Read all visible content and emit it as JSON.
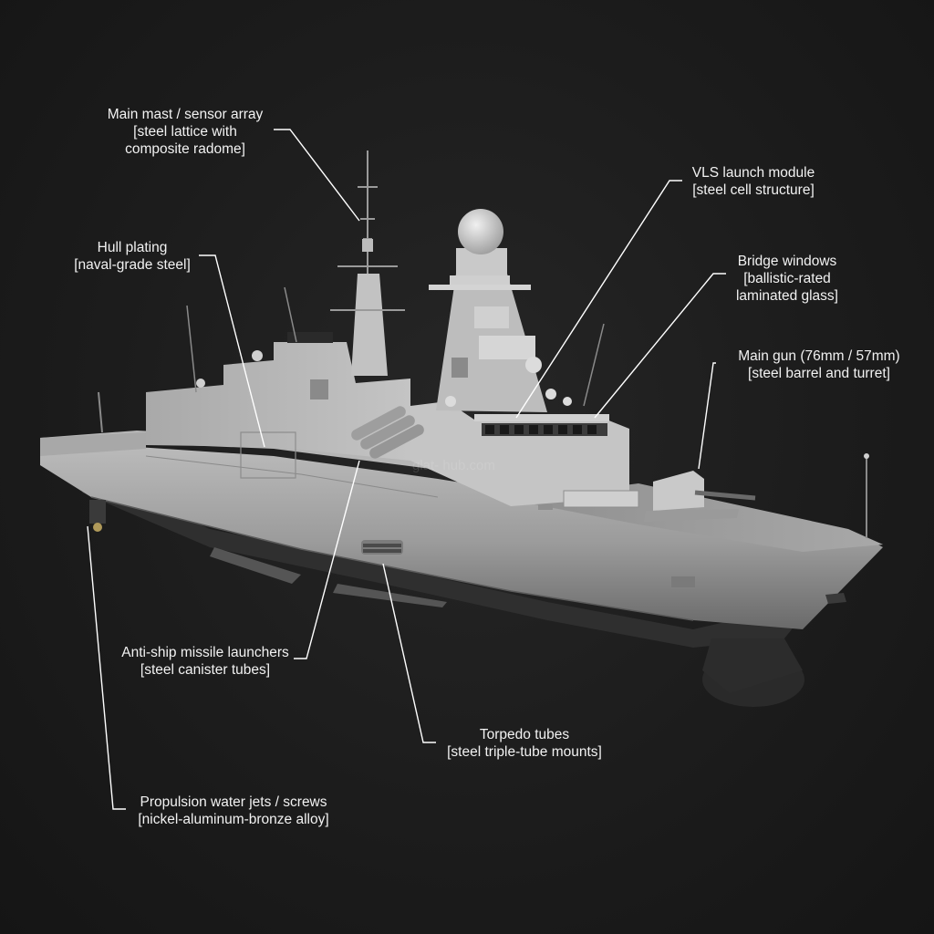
{
  "callouts": {
    "mast": {
      "line1": "Main mast / sensor array",
      "line2": "[steel lattice with",
      "line3": "composite radome]"
    },
    "vls": {
      "line1": "VLS launch module",
      "line2": "[steel cell structure]"
    },
    "hull": {
      "line1": "Hull plating",
      "line2": "[naval-grade steel]"
    },
    "bridge": {
      "line1": "Bridge windows",
      "line2": "[ballistic-rated",
      "line3": "laminated glass]"
    },
    "gun": {
      "line1": "Main gun (76mm / 57mm)",
      "line2": "[steel barrel and turret]"
    },
    "antiship": {
      "line1": "Anti-ship missile launchers",
      "line2": "[steel canister tubes]"
    },
    "torpedo": {
      "line1": "Torpedo tubes",
      "line2": "[steel triple-tube mounts]"
    },
    "propulsion": {
      "line1": "Propulsion water jets / screws",
      "line2": "[nickel-aluminum-bronze alloy]"
    }
  },
  "watermark": "glat- hub.com",
  "colors": {
    "background": "#1c1c1c",
    "hull_light": "#b9b9b9",
    "hull_dark": "#6e6e6e",
    "bottom_hull": "#3a3a3a",
    "leader_line": "#ffffff",
    "text": "#f2f2f2"
  }
}
